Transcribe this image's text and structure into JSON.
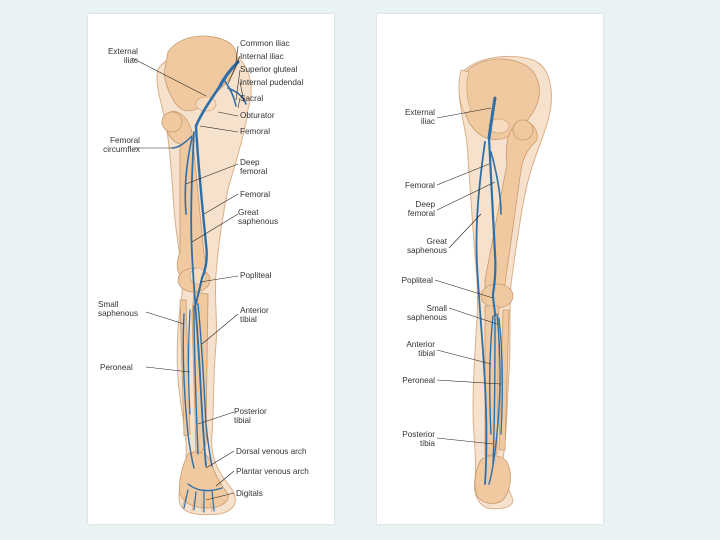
{
  "left_diagram": {
    "labels": {
      "external_iliac": "External\niliac",
      "common_iliac": "Common iliac",
      "internal_iliac": "Internal iliac",
      "superior_gluteal": "Superior gluteal",
      "internal_pudendal": "Internal pudendal",
      "sacral": "Sacral",
      "obturator": "Obturator",
      "femoral_top": "Femoral",
      "femoral_circumflex": "Femoral\ncircumflex",
      "deep_femoral": "Deep\nfemoral",
      "femoral": "Femoral",
      "great_saphenous": "Great\nsaphenous",
      "popliteal": "Popliteal",
      "small_saphenous": "Small\nsaphenous",
      "anterior_tibial": "Anterior\ntibial",
      "peroneal": "Peroneal",
      "posterior_tibial": "Posterior\ntibial",
      "dorsal_venous_arch": "Dorsal venous arch",
      "plantar_venous_arch": "Plantar venous arch",
      "digitals": "Digitals"
    }
  },
  "right_diagram": {
    "labels": {
      "external_iliac": "External\niliac",
      "femoral": "Femoral",
      "deep_femoral": "Deep\nfemoral",
      "great_saphenous": "Great\nsaphenous",
      "popliteal": "Popliteal",
      "small_saphenous": "Small\nsaphenous",
      "anterior_tibial": "Anterior\ntibial",
      "peroneal": "Peroneal",
      "posterior_tibial": "Posterior\ntibia"
    }
  },
  "colors": {
    "vein": "#2f6fa8",
    "bone": "#f0c9a0",
    "skin": "#f6e1cc",
    "background": "#e9f3f3"
  }
}
